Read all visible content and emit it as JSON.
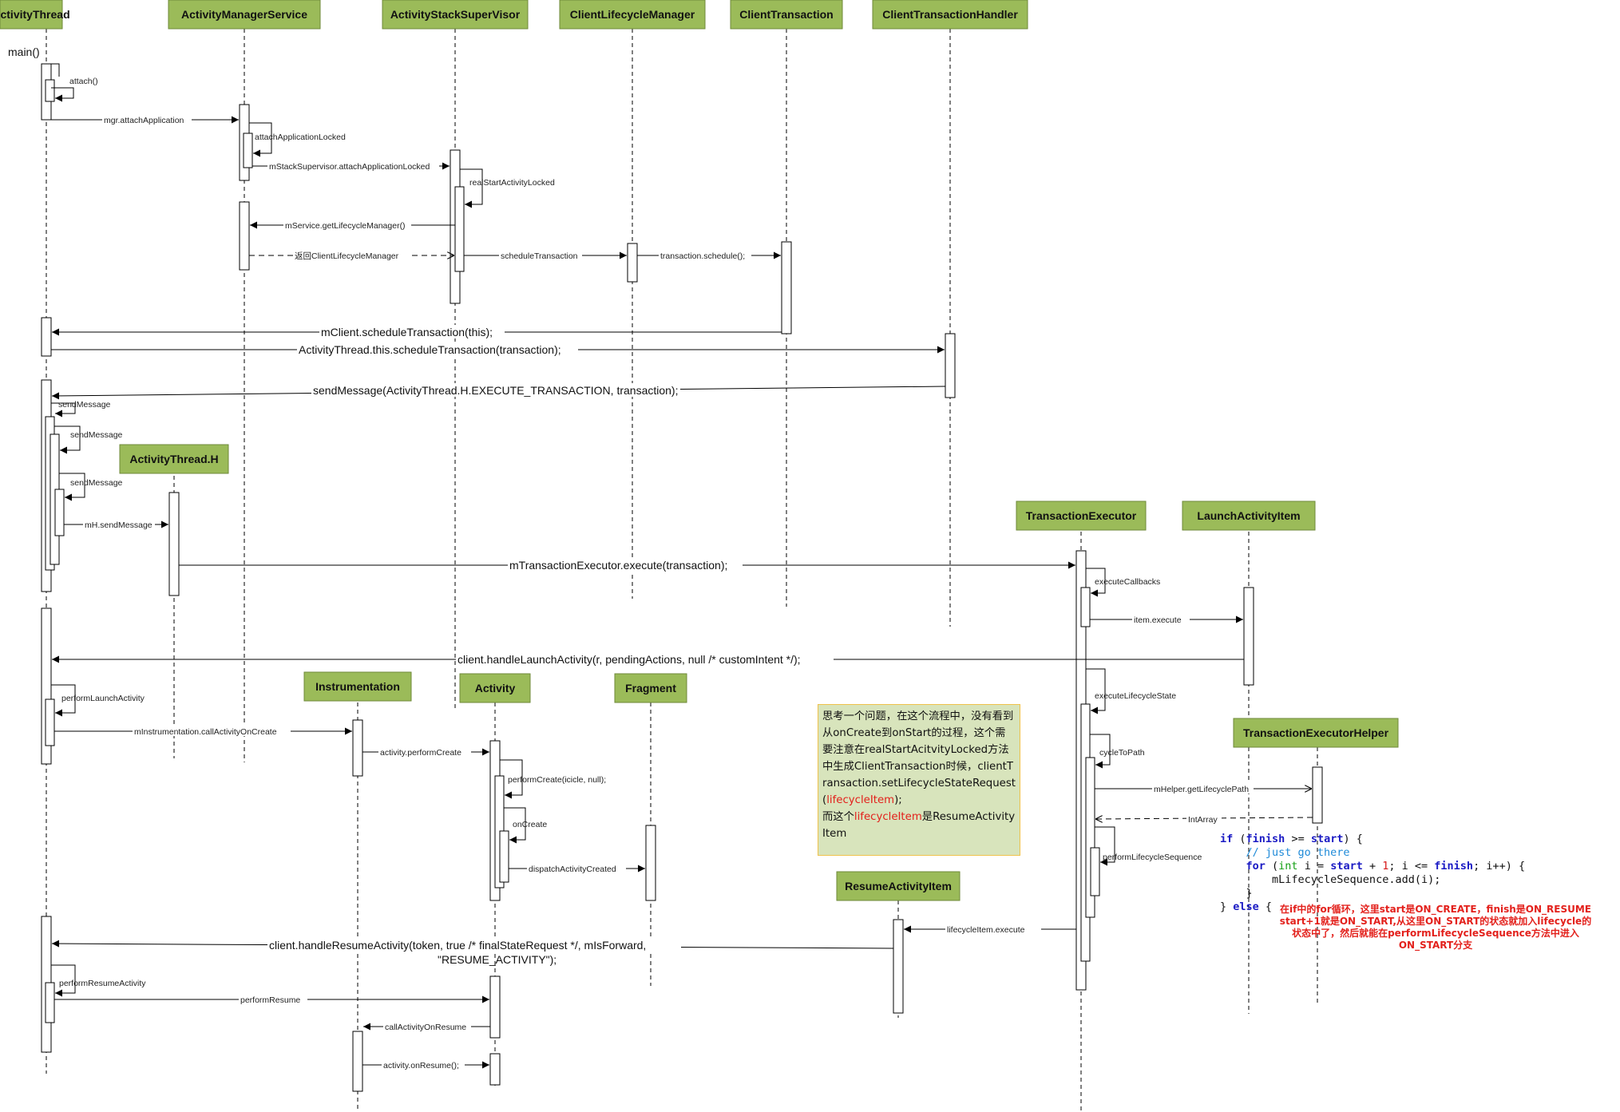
{
  "participants": [
    {
      "id": "activitythread",
      "name": "ActivityThread"
    },
    {
      "id": "ams",
      "name": "ActivityManagerService"
    },
    {
      "id": "assv",
      "name": "ActivityStackSuperVisor"
    },
    {
      "id": "clm",
      "name": "ClientLifecycleManager"
    },
    {
      "id": "ct",
      "name": "ClientTransaction"
    },
    {
      "id": "cth",
      "name": "ClientTransactionHandler"
    },
    {
      "id": "ath",
      "name": "ActivityThread.H"
    },
    {
      "id": "te",
      "name": "TransactionExecutor"
    },
    {
      "id": "lai",
      "name": "LaunchActivityItem"
    },
    {
      "id": "instr",
      "name": "Instrumentation"
    },
    {
      "id": "activity",
      "name": "Activity"
    },
    {
      "id": "fragment",
      "name": "Fragment"
    },
    {
      "id": "teh",
      "name": "TransactionExecutorHelper"
    },
    {
      "id": "rai",
      "name": "ResumeActivityItem"
    }
  ],
  "main_label": "main()",
  "messages": [
    {
      "id": "attach",
      "text": "attach()"
    },
    {
      "id": "attachapp",
      "text": "mgr.attachApplication"
    },
    {
      "id": "attachlocked",
      "text": "attachApplicationLocked"
    },
    {
      "id": "ssattach",
      "text": "mStackSupervisor.attachApplicationLocked"
    },
    {
      "id": "realstart",
      "text": "realStartActivityLocked"
    },
    {
      "id": "getlm",
      "text": "mService.getLifecycleManager()"
    },
    {
      "id": "retclm",
      "text": "返回ClientLifecycleManager"
    },
    {
      "id": "schedtx",
      "text": "scheduleTransaction"
    },
    {
      "id": "txsched",
      "text": "transaction.schedule();"
    },
    {
      "id": "mclient",
      "text": "mClient.scheduleTransaction(this);"
    },
    {
      "id": "atsched",
      "text": "ActivityThread.this.scheduleTransaction(transaction);"
    },
    {
      "id": "sendmsgexec",
      "text": "sendMessage(ActivityThread.H.EXECUTE_TRANSACTION, transaction);"
    },
    {
      "id": "sm1",
      "text": "sendMessage"
    },
    {
      "id": "sm2",
      "text": "sendMessage"
    },
    {
      "id": "sm3",
      "text": "sendMessage"
    },
    {
      "id": "mhsend",
      "text": "mH.sendMessage"
    },
    {
      "id": "exec",
      "text": "mTransactionExecutor.execute(transaction);"
    },
    {
      "id": "execcb",
      "text": "executeCallbacks"
    },
    {
      "id": "itemexec",
      "text": "item.execute"
    },
    {
      "id": "handlelaunch",
      "text": "client.handleLaunchActivity(r, pendingActions, null /* customIntent */);"
    },
    {
      "id": "performlaunch",
      "text": "performLaunchActivity"
    },
    {
      "id": "callcreate",
      "text": "mInstrumentation.callActivityOnCreate"
    },
    {
      "id": "perfcreate",
      "text": "activity.performCreate"
    },
    {
      "id": "perfcreate2",
      "text": "performCreate(icicle, null);"
    },
    {
      "id": "oncreate",
      "text": "onCreate"
    },
    {
      "id": "dispatch",
      "text": "dispatchActivityCreated"
    },
    {
      "id": "execls",
      "text": "executeLifecycleState"
    },
    {
      "id": "cyclepath",
      "text": "cycleToPath"
    },
    {
      "id": "getpath",
      "text": "mHelper.getLifecyclePath"
    },
    {
      "id": "intarray",
      "text": "IntArray"
    },
    {
      "id": "perfseq",
      "text": "performLifecycleSequence"
    },
    {
      "id": "lcexec",
      "text": "lifecycleItem.execute"
    },
    {
      "id": "handleresume1",
      "text": "client.handleResumeActivity(token, true /* finalStateRequest */, mIsForward,"
    },
    {
      "id": "handleresume2",
      "text": "\"RESUME_ACTIVITY\");"
    },
    {
      "id": "perfresumeact",
      "text": "performResumeActivity"
    },
    {
      "id": "perfresume",
      "text": "performResume"
    },
    {
      "id": "callresume",
      "text": "callActivityOnResume"
    },
    {
      "id": "onresume",
      "text": "activity.onResume();"
    }
  ],
  "note": {
    "line1": "思考一个问题，在这个流程中，没有看到从onCreate到onStart的过程，这个需要注意在realStartAcitvityLocked方法中生成ClientTransaction时候，clientTransaction.setLifecycleStateRequest(",
    "hl1": "lifecycleItem",
    "line2": ");",
    "line3": "而这个",
    "hl2": "lifecycleItem",
    "line4": "是ResumeActivityItem"
  },
  "code": {
    "l1_kw": "if",
    "l1_a": " (",
    "l1_v1": "finish",
    "l1_b": " >= ",
    "l1_v2": "start",
    "l1_c": ") {",
    "l2": "    // just go there",
    "l3_kw": "    for",
    "l3_a": " (",
    "l3_t": "int",
    "l3_b": " i = ",
    "l3_v": "start",
    "l3_c": " + ",
    "l3_n": "1",
    "l3_d": "; i <= ",
    "l3_v2": "finish",
    "l3_e": "; i++) {",
    "l4": "        mLifecycleSequence.add(i);",
    "l5": "    }",
    "l6_a": "} ",
    "l6_kw": "else",
    "l6_b": " {"
  },
  "red_note": "在if中的for循环，这里start是ON_CREATE，finish是ON_RESUME start+1就是ON_START,从这里ON_START的状态就加入lifecycle的状态中了，然后就能在performLifecycleSequence方法中进入ON_START分支",
  "colors": {
    "participant_fill": "#9bbb59",
    "participant_border": "#6f8a3a",
    "note_fill": "#d8e4bc",
    "note_border": "#f0c24b",
    "line": "#000000",
    "highlight": "#e3211c"
  }
}
